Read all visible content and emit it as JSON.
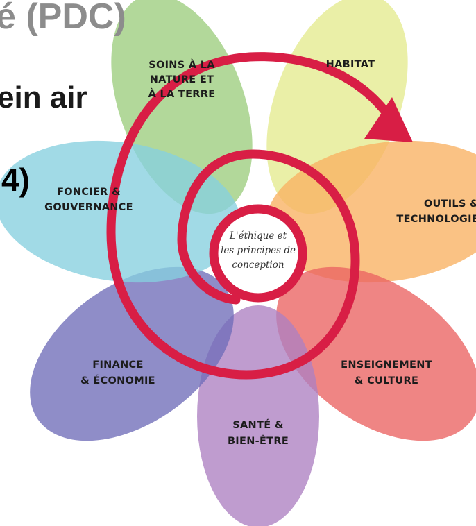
{
  "slide": {
    "title_fragment": "é (PDC)",
    "subtitle_fragment": "ein air",
    "bullet_fragment": "4)"
  },
  "diagram": {
    "center": {
      "lines": [
        "L'éthique et",
        "les principes de",
        "conception"
      ]
    },
    "petals": [
      {
        "name": "soins",
        "lines": [
          "SOINS À LA",
          "NATURE ET",
          "À LA TERRE"
        ],
        "color": "#9ccd7e"
      },
      {
        "name": "habitat",
        "lines": [
          "HABITAT"
        ],
        "color": "#e4ea8e"
      },
      {
        "name": "outils",
        "lines": [
          "OUTILS &",
          "TECHNOLOGIE"
        ],
        "color": "#f8b162"
      },
      {
        "name": "enseignement",
        "lines": [
          "ENSEIGNEMENT",
          "& CULTURE"
        ],
        "color": "#eb6362"
      },
      {
        "name": "sante",
        "lines": [
          "SANTÉ &",
          "BIEN-ÊTRE"
        ],
        "color": "#ad80c1"
      },
      {
        "name": "finance",
        "lines": [
          "FINANCE",
          "& ÉCONOMIE"
        ],
        "color": "#6f6db8"
      },
      {
        "name": "foncier",
        "lines": [
          "FONCIER &",
          "GOUVERNANCE"
        ],
        "color": "#86cfdf"
      }
    ],
    "spiral_color": "#d81e45"
  }
}
